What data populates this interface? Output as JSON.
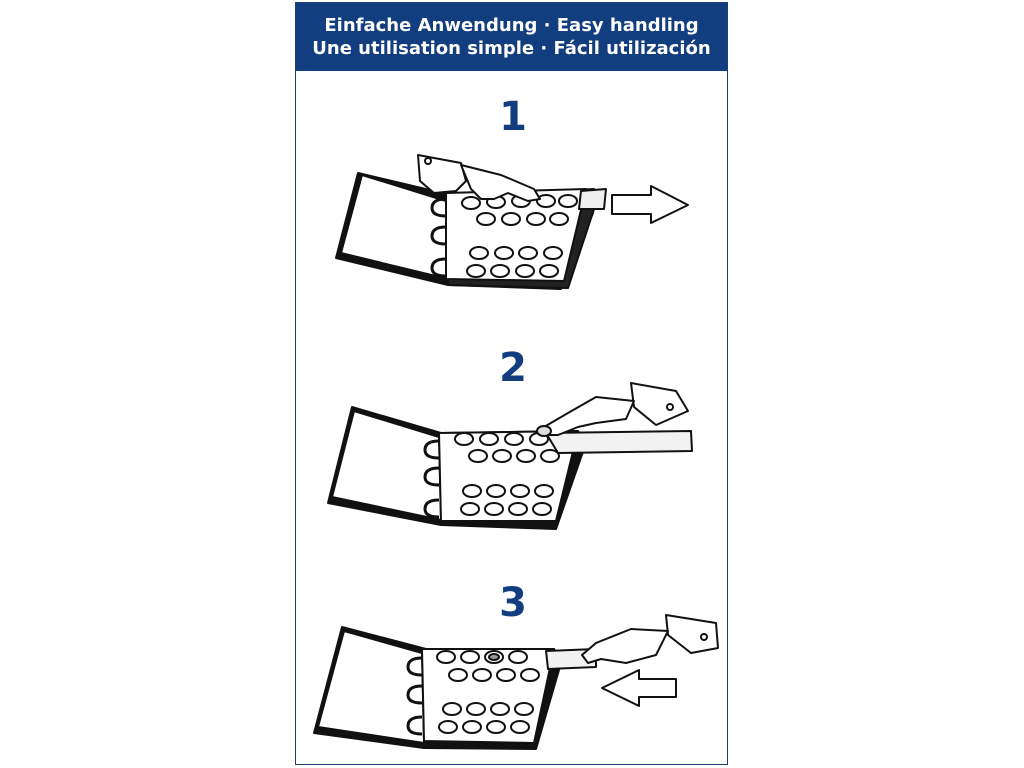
{
  "header": {
    "line1": "Einfache Anwendung · Easy handling",
    "line2": "Une utilisation simple · Fácil utilización"
  },
  "steps": [
    {
      "number": "1",
      "action": "remove-strip",
      "arrow": "right"
    },
    {
      "number": "2",
      "action": "insert-coin",
      "arrow": "none"
    },
    {
      "number": "3",
      "action": "reinsert-strip",
      "arrow": "left"
    }
  ],
  "colors": {
    "brand": "#123d7e",
    "line": "#111111",
    "page": "#ffffff"
  }
}
